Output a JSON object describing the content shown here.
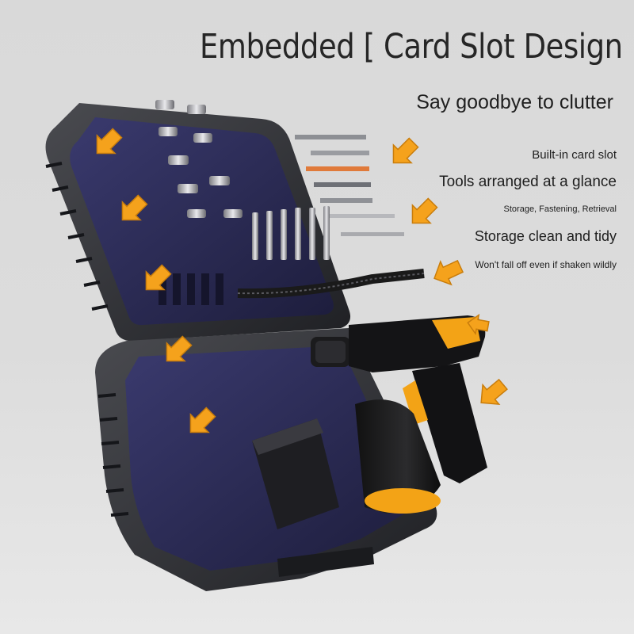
{
  "headline": "Embedded [ Card Slot Design ]",
  "subheadline": "Say goodbye to clutter",
  "features": [
    "Built-in card slot",
    "Tools arranged at a glance",
    "Storage, Fastening, Retrieval",
    "Storage clean and tidy",
    "Won't fall off even if shaken wildly"
  ],
  "colors": {
    "arrow": "#f5a21c",
    "case_shell": "#2e2f33",
    "case_interior": "#2a2a52",
    "drill_accent": "#f3a316"
  },
  "icons": [
    "arrow-icon"
  ]
}
